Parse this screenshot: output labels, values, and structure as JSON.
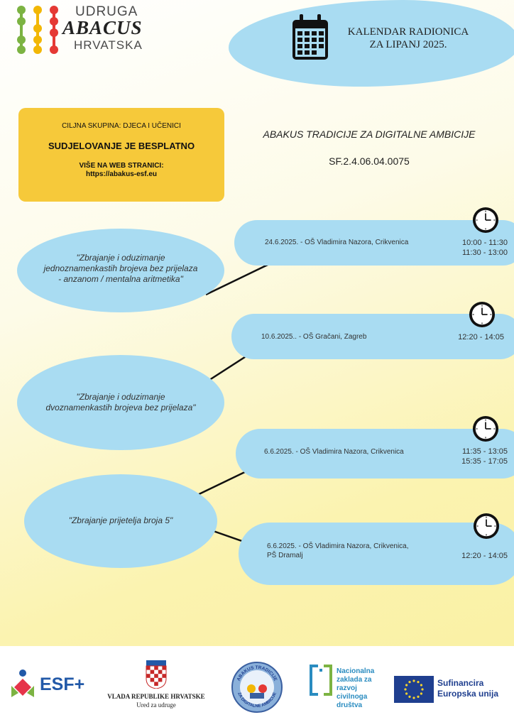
{
  "logo": {
    "line1": "UDRUGA",
    "line2": "ABACUS",
    "line3": "HRVATSKA"
  },
  "calendar": {
    "title_line1": "KALENDAR RADIONICA",
    "title_line2": "ZA LIPANJ 2025.",
    "icon": "calendar-icon"
  },
  "info": {
    "target_group": "CILJNA SKUPINA: DJECA I UČENICI",
    "participation": "SUDJELOVANJE JE BESPLATNO",
    "more_info": "VIŠE NA WEB STRANICI:",
    "url": "https://abakus-esf.eu"
  },
  "project": {
    "name": "ABAKUS TRADICIJE ZA DIGITALNE AMBICIJE",
    "code": "SF.2.4.06.04.0075"
  },
  "topics": [
    {
      "lines": [
        "\"Zbrajanje i oduzimanje",
        "jednoznamenkastih brojeva bez prijelaza",
        "- anzanom / mentalna aritmetika\""
      ]
    },
    {
      "lines": [
        "\"Zbrajanje i oduzimanje",
        "dvoznamenkastih brojeva bez prijelaza\""
      ]
    },
    {
      "lines": [
        "\"Zbrajanje prijetelja broja 5\""
      ]
    }
  ],
  "sessions": [
    {
      "lines": [
        "24.6.2025. - OŠ Vladimira Nazora, Crikvenica"
      ],
      "times": [
        "10:00 - 11:30",
        "11:30 - 13:00"
      ]
    },
    {
      "lines": [
        "10.6.2025.. - OŠ Gračani, Zagreb"
      ],
      "times": [
        "12:20 - 14:05"
      ]
    },
    {
      "lines": [
        "6.6.2025. - OŠ Vladimira Nazora, Crikvenica"
      ],
      "times": [
        "11:35 - 13:05",
        "15:35 - 17:05"
      ]
    },
    {
      "lines": [
        "6.6.2025. - OŠ Vladimira Nazora, Crikvenica,",
        "PŠ Dramalj"
      ],
      "times": [
        "12:20 - 14:05"
      ]
    }
  ],
  "footer": {
    "esf": "ESF+",
    "vlada_line1": "VLADA REPUBLIKE HRVATSKE",
    "vlada_line2": "Ured za udruge",
    "badge_top": "ABAKUS TRADICIJE",
    "badge_bottom": "ZA DIGITALNE AMBICIJE",
    "nz_lines": [
      "Nacionalna",
      "zaklada za",
      "razvoj",
      "civilnoga",
      "društva"
    ],
    "eu_line1": "Sufinancira",
    "eu_line2": "Europska unija"
  },
  "colors": {
    "blue_blob": "#a9dcf2",
    "yellow_box": "#f6c93a",
    "eu_blue": "#1f3f8f",
    "esf_blue": "#2259a8"
  }
}
